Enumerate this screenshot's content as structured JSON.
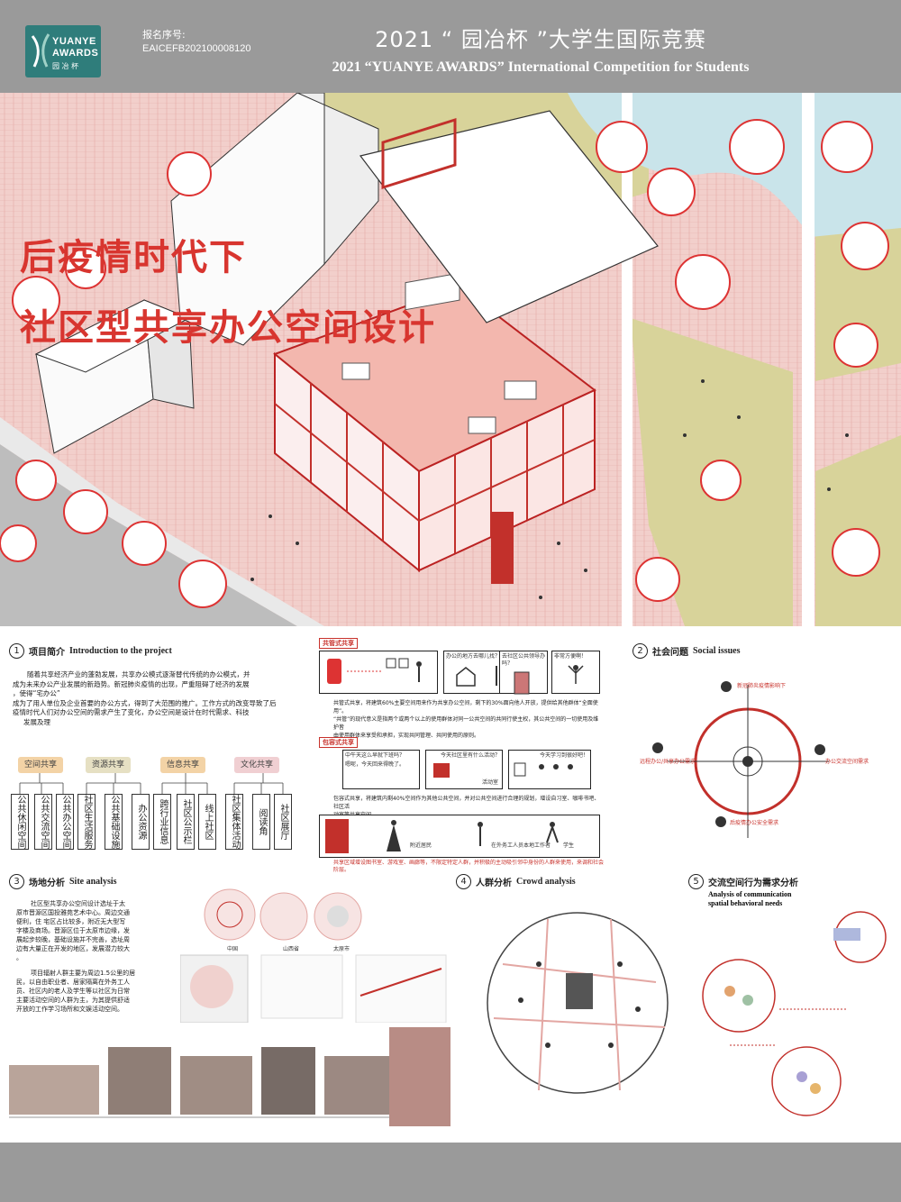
{
  "header": {
    "logo_line1": "YUANYE",
    "logo_line2": "AWARDS",
    "logo_line3": "园 冶 杯",
    "reg_label": "报名序号:",
    "reg_number": "EAICEFB202100008120",
    "title_cn": "2021 “ 园冶杯 ”大学生国际竞赛",
    "title_en": "2021 “YUANYE AWARDS” International Competition for  Students"
  },
  "hero": {
    "title_line1": "后疫情时代下",
    "title_line2": "社区型共享办公空间设计"
  },
  "colors": {
    "accent": "#d8352f",
    "header_gray": "#9a9a9a",
    "logo_teal": "#2f7d7b",
    "paving_pink": "#f0c9c6",
    "lawn": "#d8d39a"
  },
  "intro": {
    "num": "1",
    "cn": "项目简介",
    "en": "Introduction to the project",
    "text": [
      "随着共享经济产业的蓬勃发展，共享办公模式逐渐替代传统的办公模式，并",
      "成为未来办公产业发展的新趋势。新冠肺炎疫情的出现，严重阻碍了经济的发展",
      "，使得“宅办公”",
      "成为了用人单位及企业首要的办公方式，得到了大范围的推广。工作方式的改变导致了后",
      "疫情时代人们对办公空间的需求产生了变化，办公空间是设计在时代需求、科技",
      "发展及理"
    ],
    "categories": [
      {
        "label": "空间共享",
        "color": "#f3d3a6",
        "items": [
          "公共休闲空间",
          "公共交流空间",
          "公共办公空间"
        ]
      },
      {
        "label": "资源共享",
        "color": "#e6e0c3",
        "items": [
          "社区生活服务",
          "公共基础设施",
          "办公资源"
        ]
      },
      {
        "label": "信息共享",
        "color": "#f3d3a6",
        "items": [
          "跨行业信息",
          "社区公示栏",
          "线上社区"
        ]
      },
      {
        "label": "文化共享",
        "color": "#f0cfd2",
        "items": [
          "社区集体活动",
          "阅读角",
          "社区展厅"
        ]
      }
    ]
  },
  "sharing": {
    "tag1": "共管式共享",
    "cards1": [
      "办公的地方去哪儿找？",
      "去社区公共领导办吗？",
      "非常方便啊！"
    ],
    "text1": [
      "共管式共享，将建筑60%主要空间用来作为共享办公空间，剩下的30%面向他人开放，提供给其他群体“全面使用”。",
      "“共管”的现代意义是指两个或两个以上的使用群体对同一公共空间的共同行使主权，其公共空间的一切使用及维护皆",
      "由使用群体来享受和承担，实现共同管理、共同使用的原则。"
    ],
    "tag2": "包容式共享",
    "cards2": [
      "中午天这么早就下班吗？",
      "今天社区里有什么活动？",
      "今天学习到很好吧！"
    ],
    "card2_sub": [
      "嗯呢，今天回来得晚了。",
      "活动室"
    ],
    "text2": [
      "包容式共享，将建筑内剩40%空间作为其他公共空间，并对公共空间进行合理的规划，增设自习室、咖啡书吧、社区活",
      "动室等共享空间。"
    ],
    "row_labels": [
      "附近居民",
      "在外务工人员本地工作者",
      "学生"
    ],
    "bottom_text": "共享区域增设图书室、游戏室、画廊等，不限定特定人群，并积极的主动吸引邻中身份的人群来使用，来调和社会阶层。"
  },
  "social": {
    "num": "2",
    "cn": "社会问题",
    "en": "Social issues",
    "notes": [
      "新冠肺炎疫情影响下",
      "远程办公/共享办公需求",
      "办公交流空间需求",
      "后疫情办公安全需求"
    ]
  },
  "site": {
    "num": "3",
    "cn": "场地分析",
    "en": "Site analysis",
    "text1": [
      "社区型共享办公空间设计选址于太",
      "原市晋源区国投雅苑艺术中心。周边交通",
      "便利，住   宅区占比较多，附近无大型写",
      "字楼及商场。晋源区位于太原市边缘，发",
      "展起步较晚，基础设施并不完善，选址周",
      "边有大量正在开发的地区，发展潜力较大",
      "。"
    ],
    "text2": [
      "项目辐射人群主要为周边1.5公里的居",
      "民，以自由职业者、居家隔离在外务工人",
      "员、社区内的老人及学生等以社区为日常",
      "主要活动空间的人群为主，为其提供舒适",
      "开放的工作学习场所和文娱活动空间。"
    ],
    "map_labels": [
      "中国",
      "山西省",
      "太原市"
    ]
  },
  "crowd": {
    "num": "4",
    "cn": "人群分析",
    "en": "Crowd analysis"
  },
  "behavior": {
    "num": "5",
    "cn": "交流空间行为需求分析",
    "en1": "Analysis of communication",
    "en2": "spatial behavioral needs"
  }
}
